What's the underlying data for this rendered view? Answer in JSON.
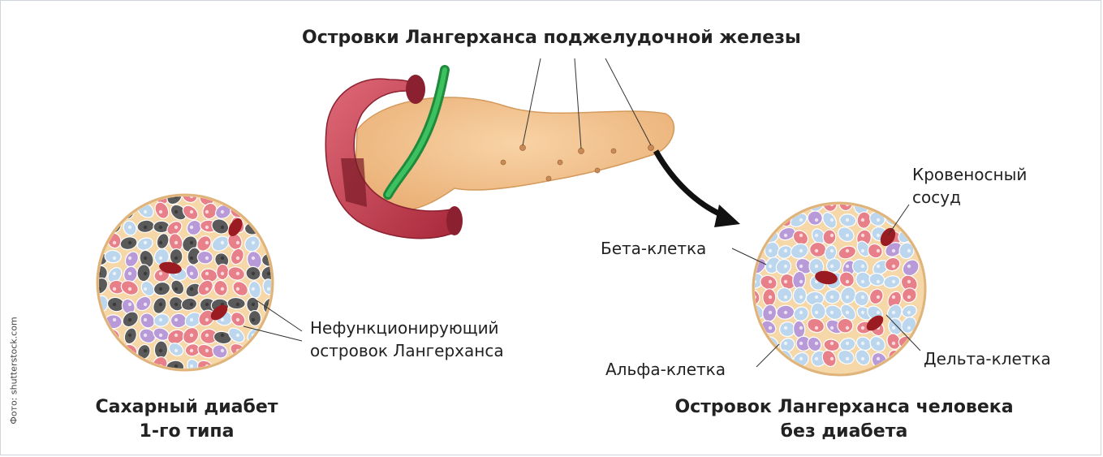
{
  "title": "Островки Лангерханса поджелудочной железы",
  "labels": {
    "blood_vessel": "Кровеносный сосуд",
    "beta_cell": "Бета-клетка",
    "alpha_cell": "Альфа-клетка",
    "delta_cell": "Дельта-клетка",
    "nonfunctioning_islet": "Нефункционирующий островок Лангерханса"
  },
  "captions": {
    "left_line1": "Сахарный диабет",
    "left_line2": "1-го типа",
    "right_line1": "Островок Лангерханса человека",
    "right_line2": "без диабета"
  },
  "credit": "Фото: shutterstock.com",
  "colors": {
    "pancreas": "#f3c48e",
    "duodenum": "#c8384a",
    "bile_duct": "#2aa84a",
    "alpha_cell": "#e8808a",
    "beta_cell": "#bcd6ee",
    "delta_cell": "#b89ad8",
    "dead_cell": "#5a5a5a",
    "vessel": "#9a1c22",
    "islet_bg": "#f5d7a8"
  }
}
